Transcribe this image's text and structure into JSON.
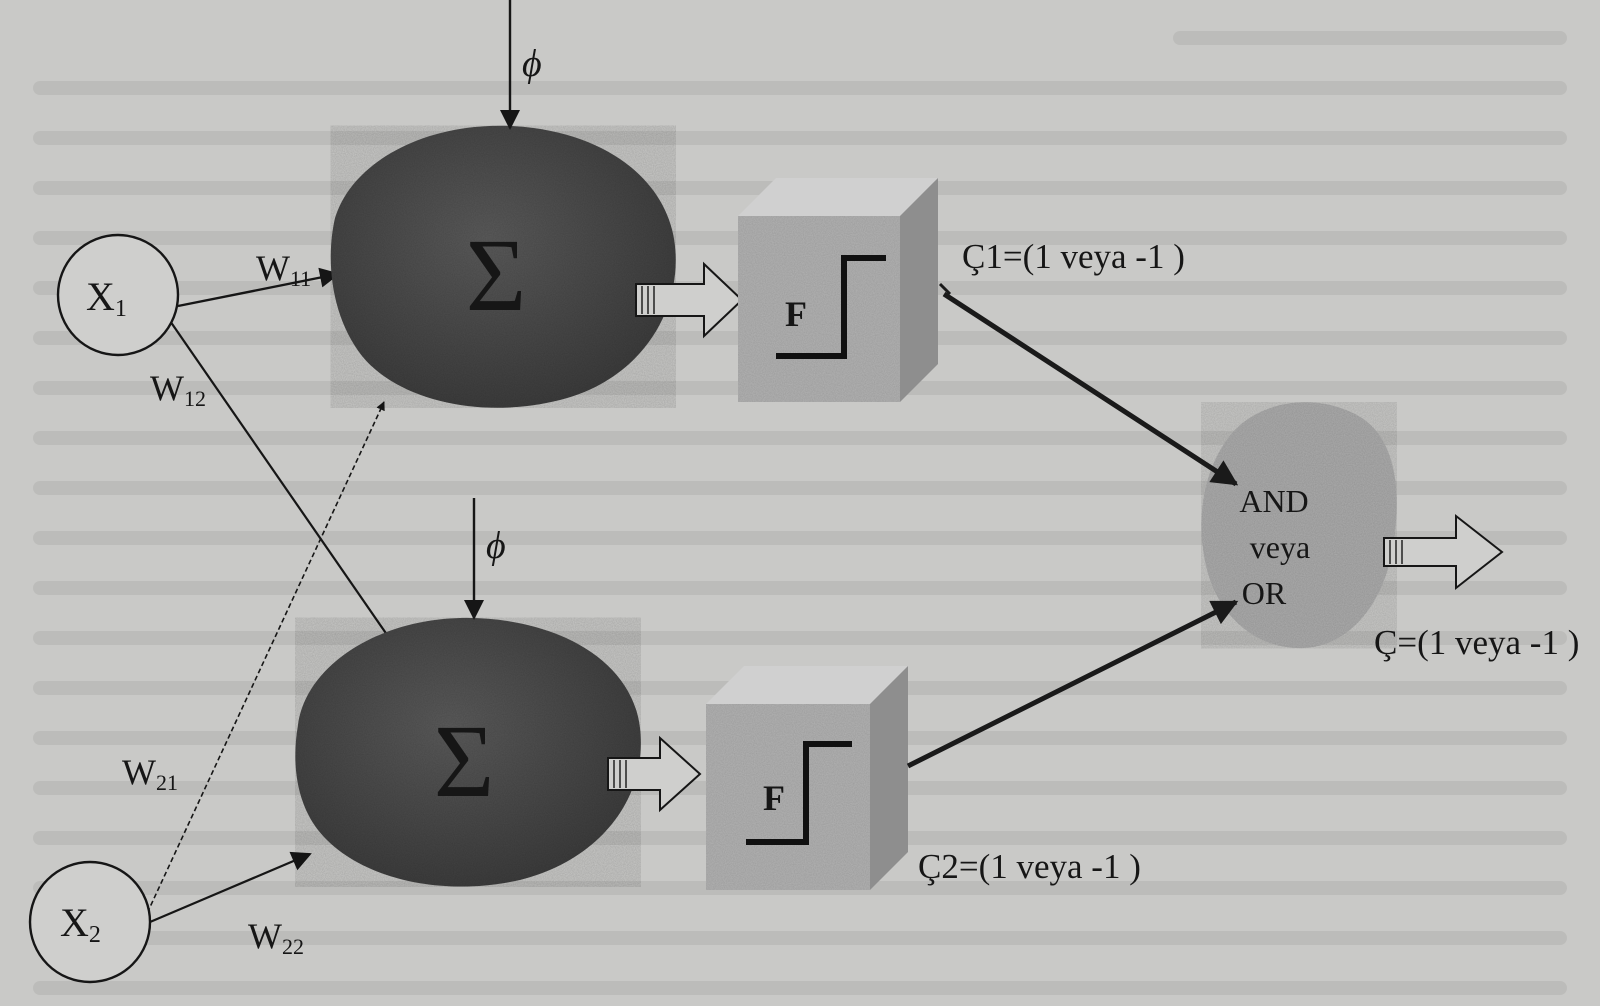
{
  "diagram": {
    "phi_symbol": "ϕ",
    "sum_symbol": "Σ",
    "activation_symbol": "F",
    "inputs": [
      {
        "label": "X",
        "subscript": "1"
      },
      {
        "label": "X",
        "subscript": "2"
      }
    ],
    "weights": [
      {
        "label": "W",
        "subscript": "11"
      },
      {
        "label": "W",
        "subscript": "12"
      },
      {
        "label": "W",
        "subscript": "21"
      },
      {
        "label": "W",
        "subscript": "22"
      }
    ],
    "outputs": {
      "c1": "Ç1=(1 veya -1 )",
      "c2": "Ç2=(1 veya -1 )",
      "final": "Ç=(1 veya -1 )"
    },
    "combiner": {
      "line1": "AND",
      "line2": "veya",
      "line3": "OR"
    }
  },
  "colors": {
    "page_background": "#c9c9c7",
    "neuron_body": "#4b4b4b",
    "box_front": "#b4b4b4",
    "box_top": "#d0d0d0",
    "box_side": "#8e8e8e",
    "combiner_blob": "#adadad",
    "ink": "#161616"
  }
}
